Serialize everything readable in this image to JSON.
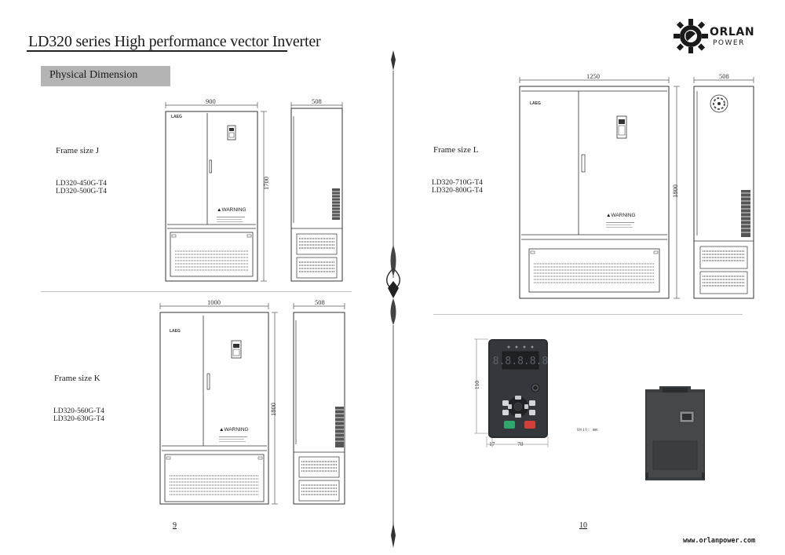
{
  "header": {
    "title": "LD320 series High performance vector Inverter",
    "logo_name": "ORLAN",
    "logo_sub": "POWER"
  },
  "section": {
    "label": "Physical Dimension"
  },
  "frames": [
    {
      "name": "Frame size J",
      "models": [
        "LD320-450G-T4",
        "LD320-500G-T4"
      ],
      "width": "900",
      "depth": "508",
      "height": "1700"
    },
    {
      "name": "Frame size K",
      "models": [
        "LD320-560G-T4",
        "LD320-630G-T4"
      ],
      "width": "1000",
      "depth": "508",
      "height": "1800"
    },
    {
      "name": "Frame size L",
      "models": [
        "LD320-710G-T4",
        "LD320-800G-T4"
      ],
      "width": "1250",
      "depth": "508",
      "height": "1800"
    }
  ],
  "cabinet_text": {
    "brand": "LAEG",
    "warning": "WARNING"
  },
  "keypad": {
    "height": "110",
    "left_offset": "17",
    "width": "70",
    "unit": "Unit: mm",
    "display": "8.8.8.8.8"
  },
  "footer": {
    "page_left": "9",
    "page_right": "10",
    "url": "www.orlanpower.com"
  }
}
